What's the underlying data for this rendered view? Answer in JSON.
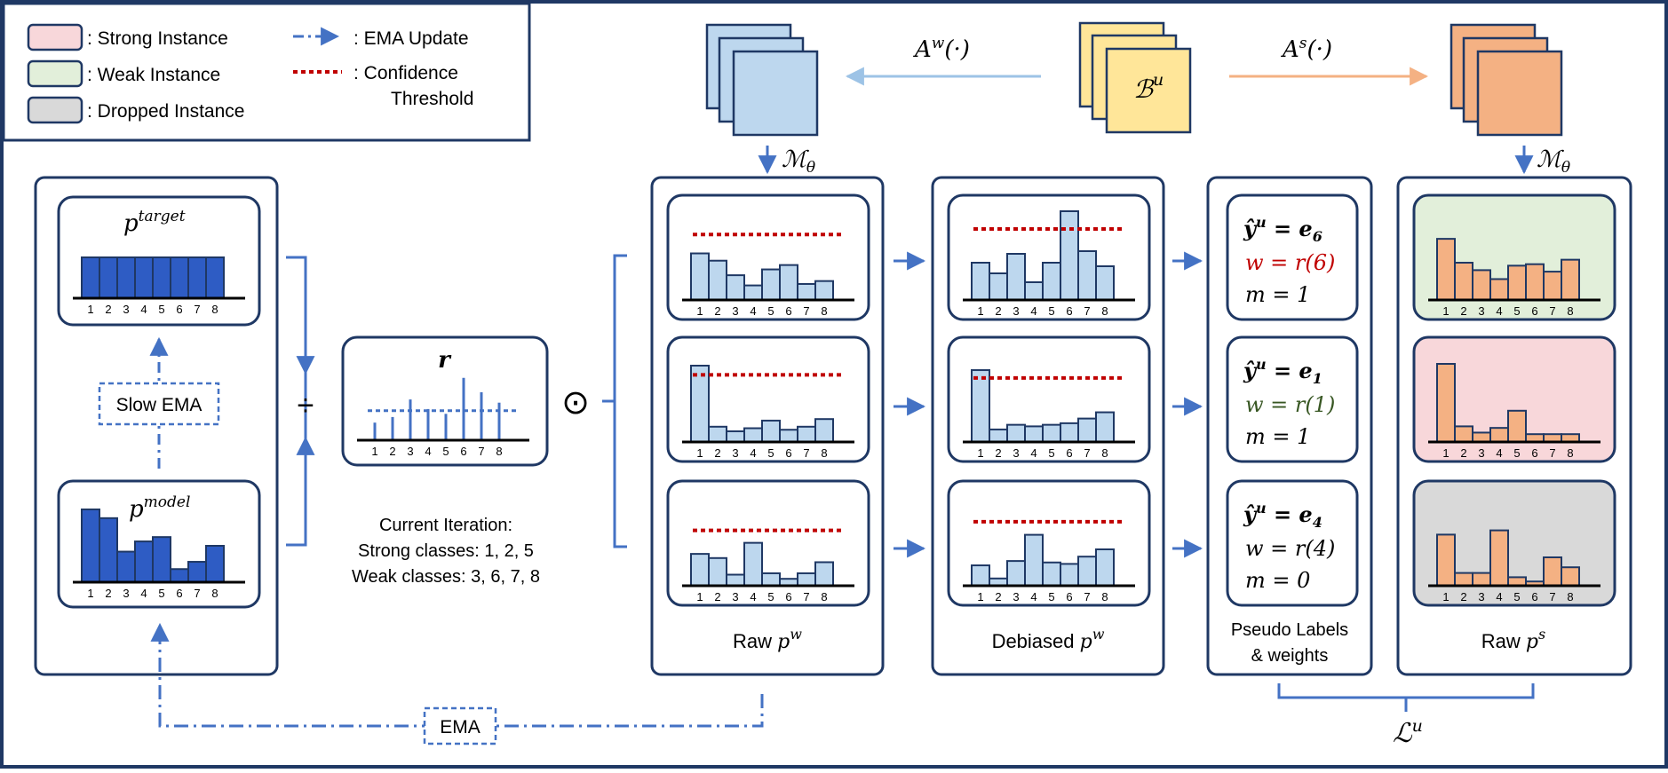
{
  "colors": {
    "frame": "#1f3864",
    "accent": "#4472c4",
    "dark_bar": "#2e5cc4",
    "light_bar": "#bdd7ee",
    "orange": "#f4b183",
    "yellow": "#ffe699",
    "threshold": "#c00000",
    "strong_bg": "#f8d7da",
    "weak_bg": "#e2efda",
    "dropped_bg": "#d9d9d9",
    "weak_text": "#385723",
    "strong_text": "#c00000"
  },
  "legend": {
    "strong": ": Strong Instance",
    "weak": ": Weak Instance",
    "dropped": ": Dropped Instance",
    "ema_update": ": EMA Update",
    "threshold_line1": ": Confidence",
    "threshold_line2": "Threshold"
  },
  "top": {
    "aw_label": "A",
    "aw_sup": "w",
    "aw_arg": "(·)",
    "as_label": "A",
    "as_sup": "s",
    "as_arg": "(·)",
    "batch_label": "ℬ",
    "batch_sup": "u",
    "model_left": "ℳ",
    "model_left_sub": "θ",
    "model_right": "ℳ",
    "model_right_sub": "θ"
  },
  "left_panel": {
    "target_label": "p",
    "target_sup": "target",
    "model_label": "p",
    "model_sup": "model",
    "slow_ema": "Slow EMA",
    "divide": "÷"
  },
  "r_panel": {
    "label": "r",
    "odot": "⊙",
    "caption_line1": "Current Iteration:",
    "caption_line2": "Strong classes: 1, 2, 5",
    "caption_line3": "Weak classes:  3, 6, 7, 8"
  },
  "columns": {
    "raw_caption": "Raw ",
    "raw_sym": "p",
    "raw_sup": "w",
    "debiased_caption": "Debiased ",
    "debiased_sym": "p",
    "debiased_sup": "w",
    "pseudo_line1": "Pseudo Labels",
    "pseudo_line2": "& weights",
    "raw_s_caption": "Raw ",
    "raw_s_sym": "p",
    "raw_s_sup": "s"
  },
  "pseudo": [
    {
      "y": "ŷ",
      "y_sup": "u",
      "eq": " = ",
      "e": "e",
      "e_sub": "6",
      "w": "w = r(6)",
      "m": "m = 1",
      "w_color": "strong_text"
    },
    {
      "y": "ŷ",
      "y_sup": "u",
      "eq": " = ",
      "e": "e",
      "e_sub": "1",
      "w": "w = r(1)",
      "m": "m = 1",
      "w_color": "weak_text"
    },
    {
      "y": "ŷ",
      "y_sup": "u",
      "eq": " = ",
      "e": "e",
      "e_sub": "4",
      "w": "w = r(4)",
      "m": "m = 0",
      "w_color": "black"
    }
  ],
  "ema_label": "EMA",
  "loss": {
    "sym": "ℒ",
    "sup": "u"
  },
  "chart_data": [
    {
      "name": "p_target",
      "type": "bar",
      "categories": [
        "1",
        "2",
        "3",
        "4",
        "5",
        "6",
        "7",
        "8"
      ],
      "values": [
        1,
        1,
        1,
        1,
        1,
        1,
        1,
        1
      ]
    },
    {
      "name": "p_model",
      "type": "bar",
      "categories": [
        "1",
        "2",
        "3",
        "4",
        "5",
        "6",
        "7",
        "8"
      ],
      "values": [
        1.0,
        0.88,
        0.42,
        0.56,
        0.62,
        0.18,
        0.28,
        0.5
      ]
    },
    {
      "name": "r",
      "type": "bar",
      "categories": [
        "1",
        "2",
        "3",
        "4",
        "5",
        "6",
        "7",
        "8"
      ],
      "values": [
        0.22,
        0.29,
        0.51,
        0.39,
        0.33,
        0.78,
        0.6,
        0.47
      ],
      "threshold": 0.37
    },
    {
      "name": "raw_pw_1",
      "type": "bar",
      "categories": [
        "1",
        "2",
        "3",
        "4",
        "5",
        "6",
        "7",
        "8"
      ],
      "values": [
        0.64,
        0.54,
        0.34,
        0.2,
        0.42,
        0.48,
        0.22,
        0.26
      ],
      "threshold": 0.9
    },
    {
      "name": "raw_pw_2",
      "type": "bar",
      "categories": [
        "1",
        "2",
        "3",
        "4",
        "5",
        "6",
        "7",
        "8"
      ],
      "values": [
        1.0,
        0.2,
        0.14,
        0.18,
        0.28,
        0.16,
        0.2,
        0.3
      ],
      "threshold": 0.88
    },
    {
      "name": "raw_pw_3",
      "type": "bar",
      "categories": [
        "1",
        "2",
        "3",
        "4",
        "5",
        "6",
        "7",
        "8"
      ],
      "values": [
        0.46,
        0.4,
        0.16,
        0.62,
        0.18,
        0.1,
        0.18,
        0.34
      ],
      "threshold": 0.8
    },
    {
      "name": "debiased_pw_1",
      "type": "bar",
      "categories": [
        "1",
        "2",
        "3",
        "4",
        "5",
        "6",
        "7",
        "8"
      ],
      "values": [
        0.42,
        0.3,
        0.52,
        0.2,
        0.42,
        1.0,
        0.55,
        0.38
      ],
      "threshold": 0.8
    },
    {
      "name": "debiased_pw_2",
      "type": "bar",
      "categories": [
        "1",
        "2",
        "3",
        "4",
        "5",
        "6",
        "7",
        "8"
      ],
      "values": [
        0.92,
        0.16,
        0.22,
        0.2,
        0.22,
        0.24,
        0.3,
        0.38
      ],
      "threshold": 0.82
    },
    {
      "name": "debiased_pw_3",
      "type": "bar",
      "categories": [
        "1",
        "2",
        "3",
        "4",
        "5",
        "6",
        "7",
        "8"
      ],
      "values": [
        0.28,
        0.1,
        0.34,
        0.7,
        0.32,
        0.3,
        0.4,
        0.5
      ],
      "threshold": 0.88
    },
    {
      "name": "raw_ps_1",
      "type": "bar",
      "categories": [
        "1",
        "2",
        "3",
        "4",
        "5",
        "6",
        "7",
        "8"
      ],
      "values": [
        0.82,
        0.5,
        0.4,
        0.28,
        0.46,
        0.48,
        0.38,
        0.54
      ]
    },
    {
      "name": "raw_ps_2",
      "type": "bar",
      "categories": [
        "1",
        "2",
        "3",
        "4",
        "5",
        "6",
        "7",
        "8"
      ],
      "values": [
        1.0,
        0.2,
        0.12,
        0.18,
        0.4,
        0.1,
        0.1,
        0.1
      ]
    },
    {
      "name": "raw_ps_3",
      "type": "bar",
      "categories": [
        "1",
        "2",
        "3",
        "4",
        "5",
        "6",
        "7",
        "8"
      ],
      "values": [
        0.72,
        0.18,
        0.18,
        0.78,
        0.12,
        0.06,
        0.4,
        0.26
      ]
    }
  ]
}
